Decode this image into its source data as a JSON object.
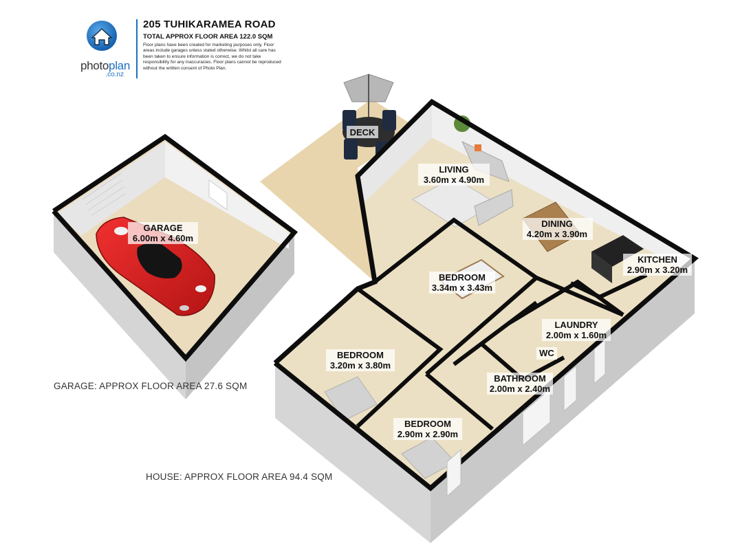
{
  "header": {
    "title": "205 TUHIKARAMEA ROAD",
    "subtitle": "TOTAL APPROX FLOOR AREA 122.0 SQM",
    "disclaimer": "Floor plans have been created for marketing purposes only. Floor areas include garages unless stated otherwise. Whilst all care has been taken to ensure information is correct, we do not take responsibility for any inaccuracies. Floor plans cannot be reproduced without the written consent of Photo Plan."
  },
  "logo": {
    "word_photo": "photo",
    "word_plan": "plan",
    "domain": ".co.nz",
    "brand_color": "#1a6fc4",
    "icon": "house-icon"
  },
  "rooms": {
    "deck": {
      "name": "DECK"
    },
    "living": {
      "name": "LIVING",
      "size": "3.60m x 4.90m"
    },
    "dining": {
      "name": "DINING",
      "size": "4.20m x 3.90m"
    },
    "kitchen": {
      "name": "KITCHEN",
      "size": "2.90m x 3.20m"
    },
    "bedroom_a": {
      "name": "BEDROOM",
      "size": "3.34m x 3.43m"
    },
    "laundry": {
      "name": "LAUNDRY",
      "size": "2.00m x 1.60m"
    },
    "wc": {
      "name": "WC"
    },
    "bathroom": {
      "name": "BATHROOM",
      "size": "2.00m x 2.40m"
    },
    "bedroom_b": {
      "name": "BEDROOM",
      "size": "3.20m x 3.80m"
    },
    "bedroom_c": {
      "name": "BEDROOM",
      "size": "2.90m x 2.90m"
    },
    "garage": {
      "name": "GARAGE",
      "size": "6.00m x 4.60m"
    }
  },
  "areas": {
    "garage": "GARAGE: APPROX FLOOR AREA 27.6 SQM",
    "house": "HOUSE: APPROX FLOOR AREA 94.4 SQM"
  },
  "colors": {
    "floor": "#ede0c4",
    "deck": "#e8d5ad",
    "wall_top": "#111111",
    "wall_face": "#d9d9d9",
    "car": "#d91f1f"
  }
}
